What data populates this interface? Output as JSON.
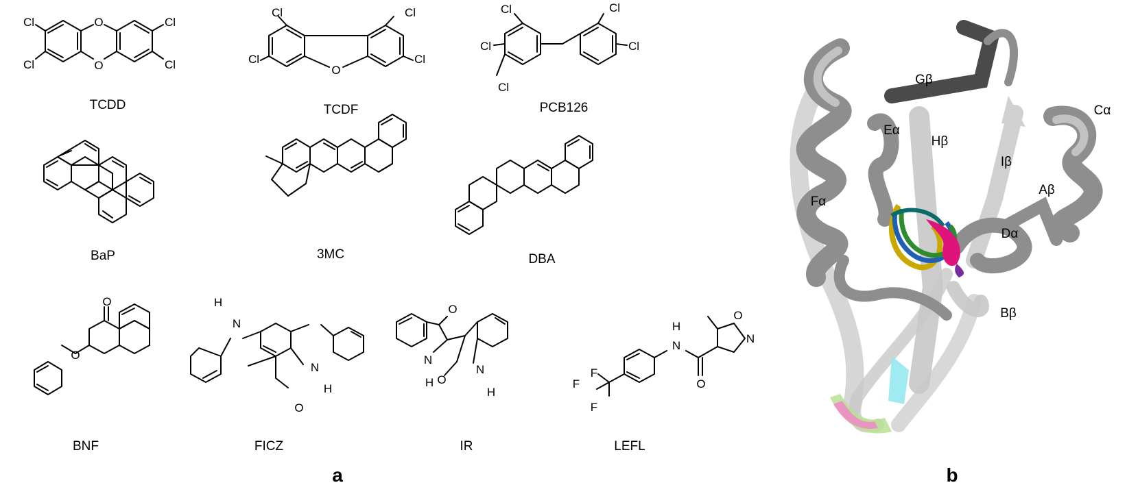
{
  "panel_a": {
    "label": "a",
    "compounds": [
      {
        "name": "TCDD",
        "atoms": [
          "O",
          "O",
          "Cl",
          "Cl",
          "Cl",
          "Cl"
        ]
      },
      {
        "name": "TCDF",
        "atoms": [
          "O",
          "Cl",
          "Cl",
          "Cl",
          "Cl"
        ]
      },
      {
        "name": "PCB126",
        "atoms": [
          "Cl",
          "Cl",
          "Cl",
          "Cl",
          "Cl"
        ]
      },
      {
        "name": "BaP",
        "atoms": []
      },
      {
        "name": "3MC",
        "atoms": []
      },
      {
        "name": "DBA",
        "atoms": []
      },
      {
        "name": "BNF",
        "atoms": [
          "O",
          "O"
        ]
      },
      {
        "name": "FICZ",
        "atoms": [
          "H",
          "N",
          "N",
          "H",
          "O"
        ]
      },
      {
        "name": "IR",
        "atoms": [
          "O",
          "N",
          "H",
          "O",
          "N",
          "H"
        ]
      },
      {
        "name": "LEFL",
        "atoms": [
          "H",
          "N",
          "O",
          "N",
          "O",
          "F",
          "F",
          "F"
        ]
      }
    ]
  },
  "panel_b": {
    "label": "b",
    "structure_labels": [
      "Gβ",
      "Cα",
      "Eα",
      "Hβ",
      "Iβ",
      "Fα",
      "Aβ",
      "Dα",
      "Bβ"
    ],
    "colors": {
      "ribbon_dark": "#4a4a4a",
      "ribbon_mid": "#8e8e8e",
      "ribbon_light": "#c8c8c8",
      "loop_magenta": "#e0137a",
      "loop_gold": "#c9a800",
      "loop_blue": "#1f5fb5",
      "loop_green": "#2e8b2e",
      "loop_teal": "#0b6b6b",
      "loop_purple": "#7a2a9a",
      "tip_cyan": "#8fe8ee",
      "tip_pink": "#f08ac8",
      "tip_lime": "#b8e090"
    }
  }
}
